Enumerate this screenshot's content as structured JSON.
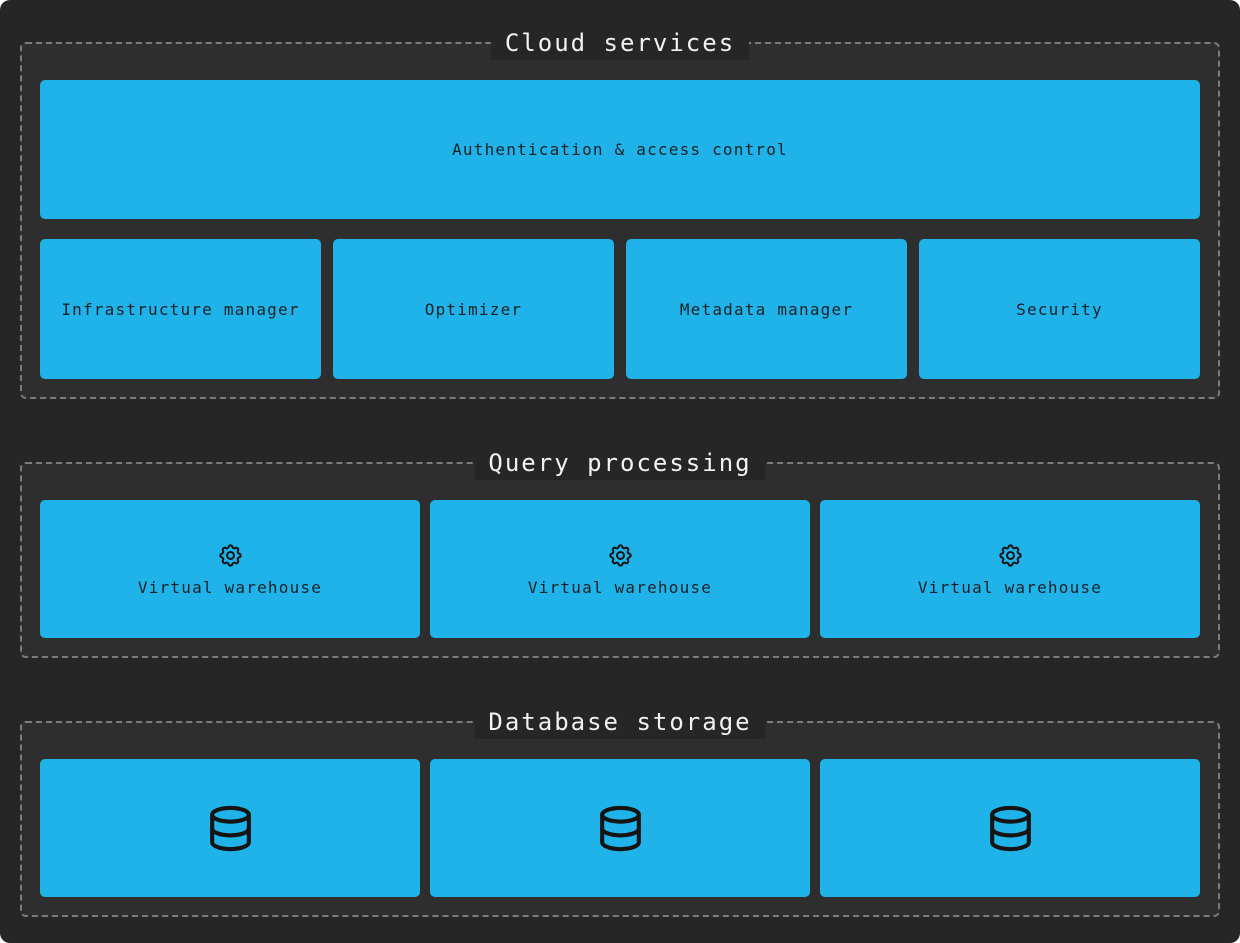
{
  "diagram": {
    "kind": "data-warehouse-architecture",
    "colors": {
      "page_background": "#262626",
      "section_background": "#2e2e2f",
      "section_border_dash": "#7c7c7c",
      "section_title_text": "#f2f2f2",
      "box_fill": "#20b3e9",
      "box_text": "#1d2126",
      "icon_stroke": "#141414"
    },
    "icons": {
      "query_processing_box": "gear-icon",
      "database_storage_box": "database-icon"
    }
  },
  "sections": [
    {
      "title": "Cloud services",
      "banner": "Authentication & access control",
      "boxes": [
        "Infrastructure manager",
        "Optimizer",
        "Metadata manager",
        "Security"
      ]
    },
    {
      "title": "Query processing",
      "boxes": [
        {
          "icon": "gear-icon",
          "label": "Virtual warehouse"
        },
        {
          "icon": "gear-icon",
          "label": "Virtual warehouse"
        },
        {
          "icon": "gear-icon",
          "label": "Virtual warehouse"
        }
      ]
    },
    {
      "title": "Database storage",
      "boxes": [
        {
          "icon": "database-icon"
        },
        {
          "icon": "database-icon"
        },
        {
          "icon": "database-icon"
        }
      ]
    }
  ]
}
